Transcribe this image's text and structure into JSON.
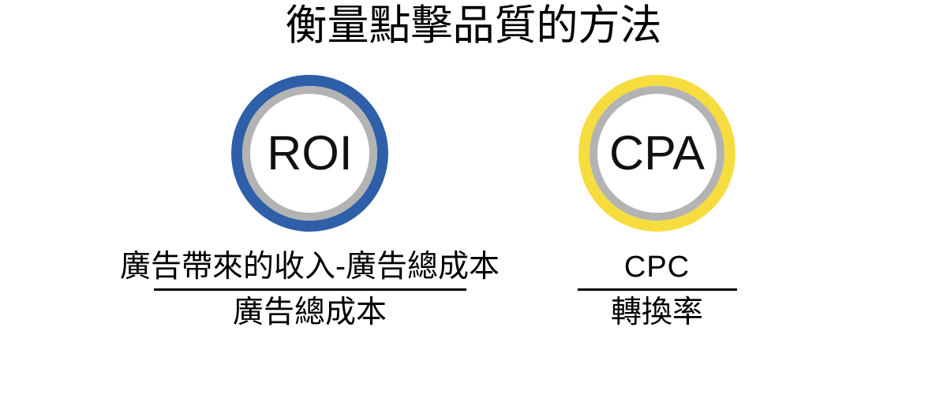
{
  "slide": {
    "background_color": "#ffffff",
    "title": "衡量點擊品質的方法"
  },
  "metrics": [
    {
      "id": "roi",
      "badge_label": "ROI",
      "ring_color": "#2E5FA8",
      "inner_ring_color": "#B3B3B3",
      "formula": {
        "numerator": "廣告帶來的收入-廣告總成本",
        "denominator": "廣告總成本"
      }
    },
    {
      "id": "cpa",
      "badge_label": "CPA",
      "ring_color": "#F7DC3F",
      "inner_ring_color": "#B3B3B3",
      "formula": {
        "numerator": "CPC",
        "denominator": "轉換率"
      }
    }
  ]
}
